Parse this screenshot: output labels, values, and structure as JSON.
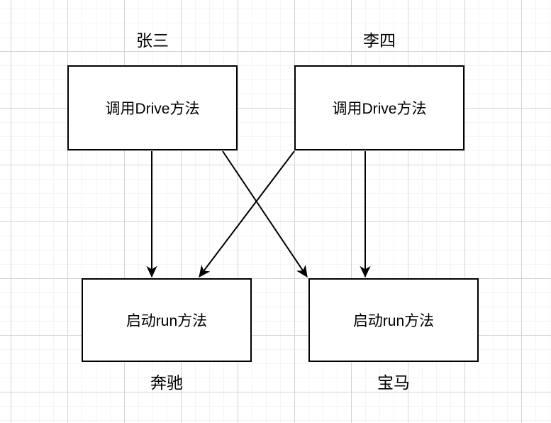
{
  "diagram": {
    "actors": [
      {
        "name": "张三"
      },
      {
        "name": "李四"
      }
    ],
    "cars": [
      {
        "name": "奔驰"
      },
      {
        "name": "宝马"
      }
    ],
    "nodes": [
      {
        "id": "zhangsan-call-drive",
        "label": "调用Drive方法"
      },
      {
        "id": "lisi-call-drive",
        "label": "调用Drive方法"
      },
      {
        "id": "benz-run",
        "label": "启动run方法"
      },
      {
        "id": "bmw-run",
        "label": "启动run方法"
      }
    ],
    "edges": [
      {
        "from": "zhangsan-call-drive",
        "to": "benz-run"
      },
      {
        "from": "zhangsan-call-drive",
        "to": "bmw-run"
      },
      {
        "from": "lisi-call-drive",
        "to": "benz-run"
      },
      {
        "from": "lisi-call-drive",
        "to": "bmw-run"
      }
    ],
    "colors": {
      "stroke": "#000000",
      "background": "#ffffff",
      "grid_minor": "#f4f4f4",
      "grid_major": "#d4d4d4"
    }
  }
}
